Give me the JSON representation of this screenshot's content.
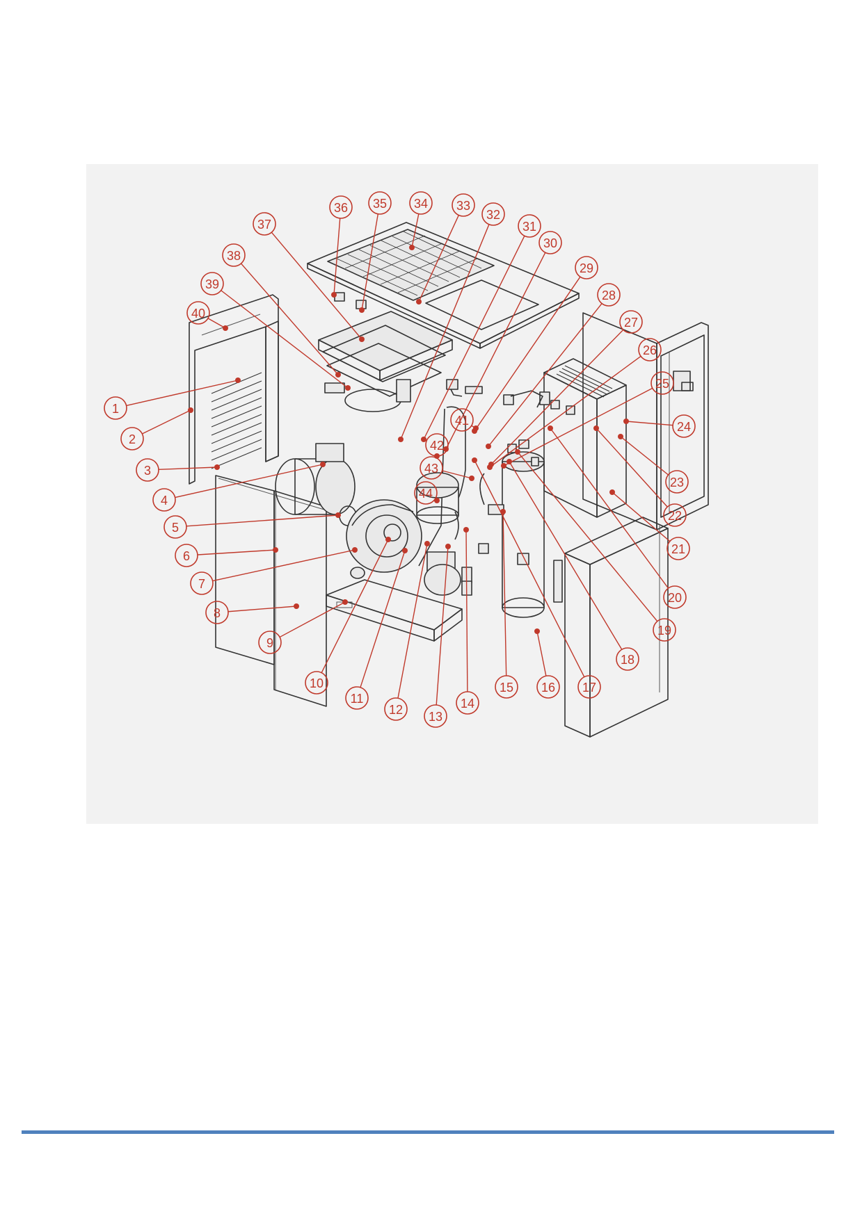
{
  "diagram": {
    "callouts": [
      "1",
      "2",
      "3",
      "4",
      "5",
      "6",
      "7",
      "8",
      "9",
      "10",
      "11",
      "12",
      "13",
      "14",
      "15",
      "16",
      "17",
      "18",
      "19",
      "20",
      "21",
      "22",
      "23",
      "24",
      "25",
      "26",
      "27",
      "28",
      "29",
      "30",
      "31",
      "32",
      "33",
      "34",
      "35",
      "36",
      "37",
      "38",
      "39",
      "40",
      "41",
      "42",
      "43",
      "44"
    ]
  },
  "colors": {
    "callout": "#c0392b",
    "footer_rule": "#4f81bd",
    "panel": "#f2f2f2"
  }
}
